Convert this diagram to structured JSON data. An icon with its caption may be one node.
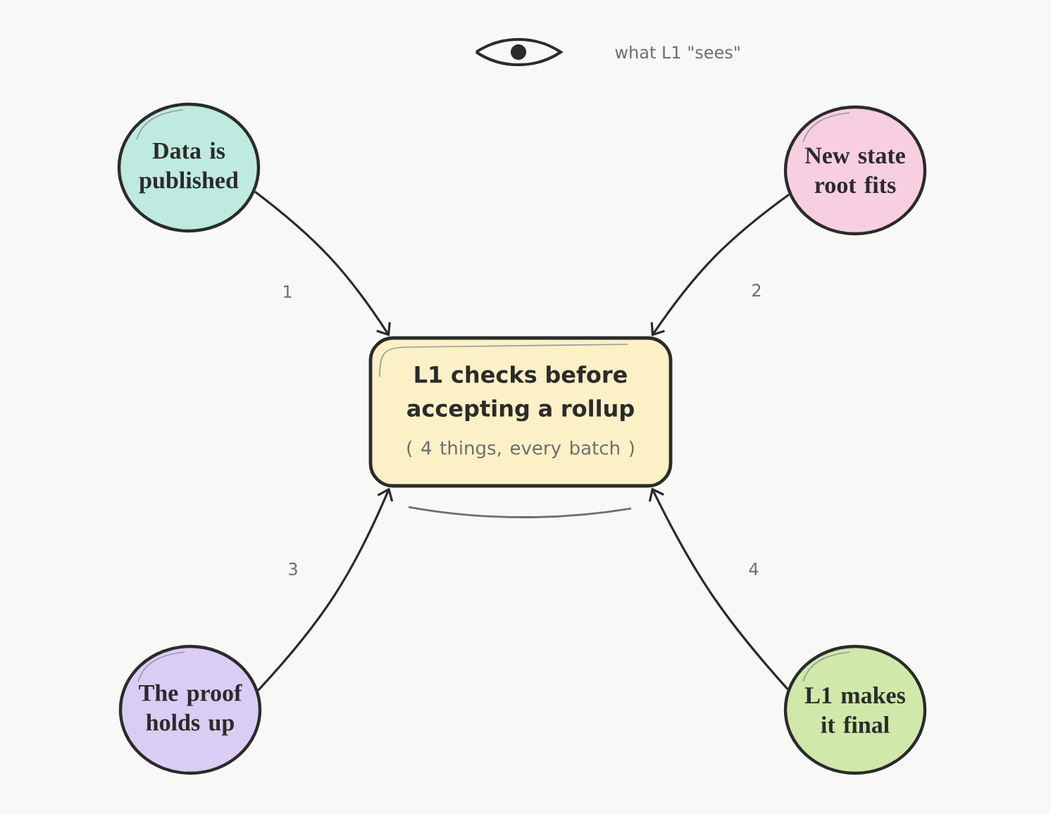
{
  "diagram": {
    "nodes": [
      {
        "text": [
          "Data is published"
        ]
      },
      {
        "text": [
          "New state root fits"
        ]
      },
      {
        "text": [
          "L1 checks before accepting a rollup",
          "( 4 things, every batch )"
        ]
      },
      {
        "text": [
          "The proof holds up"
        ]
      },
      {
        "text": [
          "L1 makes it final"
        ]
      }
    ],
    "edges": [
      {
        "from": 0,
        "to": 2,
        "arrow": "to",
        "label": "1"
      },
      {
        "from": 1,
        "to": 2,
        "arrow": "to",
        "label": "2"
      },
      {
        "from": 3,
        "to": 2,
        "arrow": "to",
        "label": "3"
      },
      {
        "from": 4,
        "to": 2,
        "arrow": "to",
        "label": "4"
      }
    ],
    "labels": [
      "what L1 \"sees\""
    ]
  }
}
